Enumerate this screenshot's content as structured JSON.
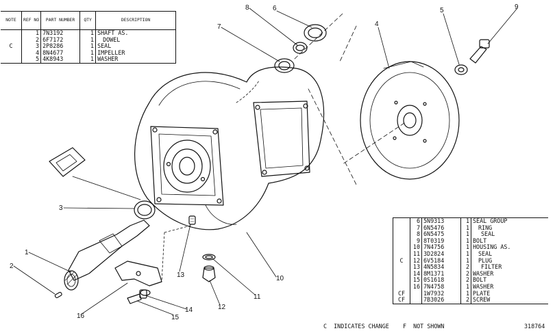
{
  "left_table": {
    "headers": {
      "note": "NOTE",
      "ref": "REF NO",
      "part": "PART NUMBER",
      "qty": "QTY",
      "desc": "DESCRIPTION"
    },
    "note_mark": "C",
    "rows": [
      {
        "ref": "1",
        "part": "7N3192",
        "qty": "1",
        "desc": "SHAFT AS."
      },
      {
        "ref": "2",
        "part": "6F7172",
        "qty": "1",
        "desc": "DOWEL"
      },
      {
        "ref": "3",
        "part": "2P8286",
        "qty": "1",
        "desc": "SEAL"
      },
      {
        "ref": "4",
        "part": "8N4677",
        "qty": "1",
        "desc": "IMPELLER"
      },
      {
        "ref": "5",
        "part": "4K8943",
        "qty": "1",
        "desc": "WASHER"
      }
    ]
  },
  "right_table": {
    "rows": [
      {
        "note": "",
        "ref": "6",
        "part": "5N9313",
        "qty": "1",
        "desc": "SEAL GROUP"
      },
      {
        "note": "",
        "ref": "7",
        "part": "6N5476",
        "qty": "1",
        "desc": "RING"
      },
      {
        "note": "",
        "ref": "8",
        "part": "6N5475",
        "qty": "1",
        "desc": "SEAL"
      },
      {
        "note": "",
        "ref": "9",
        "part": "8T0319",
        "qty": "1",
        "desc": "BOLT"
      },
      {
        "note": "",
        "ref": "10",
        "part": "7N4756",
        "qty": "1",
        "desc": "HOUSING AS."
      },
      {
        "note": "",
        "ref": "11",
        "part": "3D2824",
        "qty": "1",
        "desc": "SEAL"
      },
      {
        "note": "",
        "ref": "12",
        "part": "6V5184",
        "qty": "1",
        "desc": "PLUG"
      },
      {
        "note": "",
        "ref": "13",
        "part": "4N5834",
        "qty": "2",
        "desc": "FILTER"
      },
      {
        "note": "",
        "ref": "14",
        "part": "8M1371",
        "qty": "2",
        "desc": "WASHER"
      },
      {
        "note": "",
        "ref": "15",
        "part": "0S1618",
        "qty": "2",
        "desc": "BOLT"
      },
      {
        "note": "",
        "ref": "16",
        "part": "7N4758",
        "qty": "1",
        "desc": "WASHER"
      },
      {
        "note": "CF",
        "ref": "",
        "part": "1W7932",
        "qty": "1",
        "desc": "PLATE"
      },
      {
        "note": "CF",
        "ref": "",
        "part": "7B3026",
        "qty": "2",
        "desc": "SCREW"
      }
    ],
    "note_mark": "C"
  },
  "footer": {
    "legend": "C  INDICATES CHANGE    F  NOT SHOWN",
    "drawing_id": "318764"
  },
  "callouts": {
    "c1": "1",
    "c2": "2",
    "c3": "3",
    "c4": "4",
    "c5": "5",
    "c6": "6",
    "c7": "7",
    "c8": "8",
    "c9": "9",
    "c10": "10",
    "c11": "11",
    "c12": "12",
    "c13": "13",
    "c14": "14",
    "c15": "15",
    "c16": "16"
  }
}
